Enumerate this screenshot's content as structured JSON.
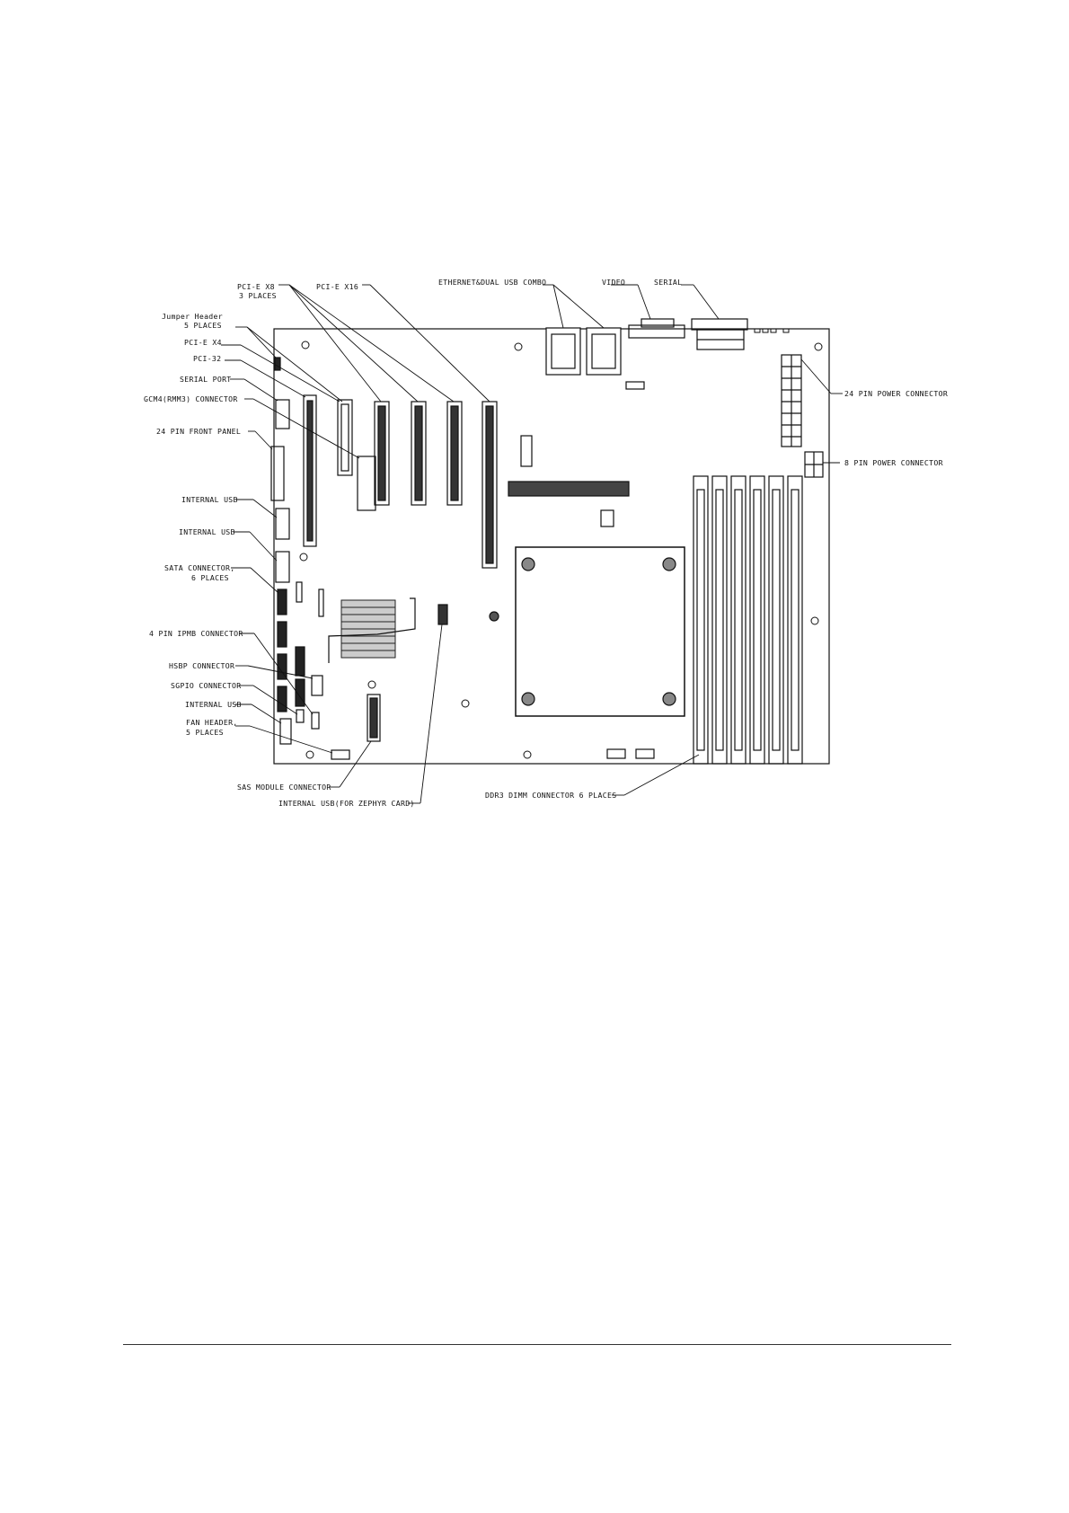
{
  "diagram": {
    "labels": {
      "pcie_x8": "PCI-E X8",
      "pcie_x8_places": "3 PLACES",
      "pcie_x16": "PCI-E X16",
      "ethernet_usb": "ETHERNET&DUAL USB COMBO",
      "video": "VIDEO",
      "serial": "SERIAL",
      "jumper_header": "Jumper Header",
      "jumper_places": "5 PLACES",
      "pcie_x4": "PCI-E X4",
      "pci_32": "PCI-32",
      "serial_port": "SERIAL PORT",
      "gcm4": "GCM4(RMM3) CONNECTOR",
      "front_panel": "24 PIN FRONT PANEL",
      "internal_usb_1": "INTERNAL USB",
      "internal_usb_2": "INTERNAL USB",
      "sata": "SATA CONNECTOR,",
      "sata_places": "6 PLACES",
      "ipmb": "4 PIN IPMB CONNECTOR",
      "hsbp": "HSBP CONNECTOR",
      "sgpio": "SGPIO CONNECTOR",
      "internal_usb_3": "INTERNAL USB",
      "fan_header": "FAN HEADER,",
      "fan_places": "5 PLACES",
      "sas_module": "SAS MODULE CONNECTOR",
      "internal_usb_zephyr": "INTERNAL USB(FOR ZEPHYR CARD)",
      "ddr3_dimm": "DDR3 DIMM CONNECTOR 6 PLACES",
      "power_24pin": "24 PIN POWER CONNECTOR",
      "power_8pin": "8 PIN POWER CONNECTOR"
    }
  }
}
